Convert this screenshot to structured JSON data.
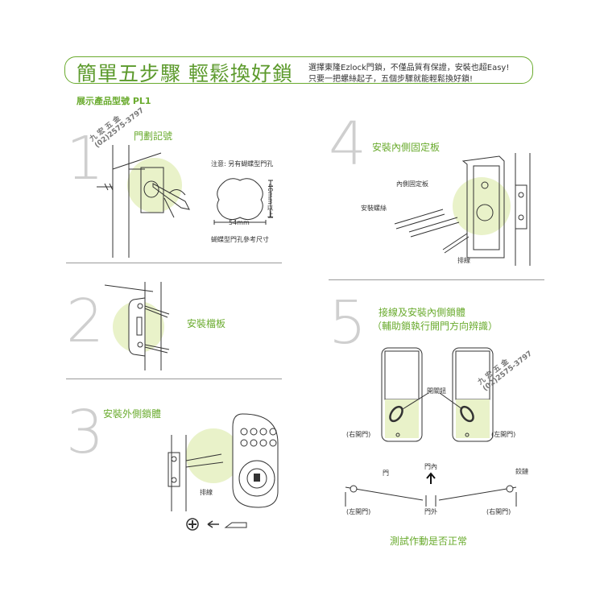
{
  "header": {
    "title": "簡單五步驟 輕鬆換好鎖",
    "tagline_line1": "選擇東隆Ezlock門鎖，不僅品質有保證，安裝也超Easy!",
    "tagline_line2": "只要一把螺絲起子，五個步驟就能輕鬆換好鎖!"
  },
  "model_label": "展示產品型號  PL1",
  "watermark": {
    "store": "九 宏 五 金",
    "phone": "(02)2575-3797"
  },
  "steps": [
    {
      "number": "1",
      "caption": "門劃記號",
      "note": "注意: 另有蝴蝶型門孔",
      "dim_width": "54mm",
      "dim_height": "40mm以上",
      "note_bottom": "蝴蝶型門孔參考尺寸"
    },
    {
      "number": "2",
      "caption": "安裝檔板"
    },
    {
      "number": "3",
      "caption": "安裝外側鎖體",
      "label_cable": "排線"
    },
    {
      "number": "4",
      "caption": "安裝內側固定板",
      "label_plate": "內側固定板",
      "label_screw": "安裝螺絲",
      "label_cable": "排線"
    },
    {
      "number": "5",
      "caption_line1": "接線及安裝內側鎖體",
      "caption_line2": "（輔助鎖執行開門方向辨識）",
      "label_knob": "開關鈕",
      "label_right": "(右開門)",
      "label_left": "(左開門)"
    }
  ],
  "door_diagram": {
    "door": "門",
    "inside": "門內",
    "outside": "門外",
    "hinge": "鉸鏈",
    "left": "(左開門)",
    "right": "(右開門)"
  },
  "footer_caption": "測試作動是否正常",
  "colors": {
    "accent": "#6aab2e",
    "glow": "#e9f2c9",
    "step_number": "#cfcfcf"
  },
  "icons": {
    "screwdriver": "phillips-screw-icon",
    "arrow": "arrow-left-icon"
  }
}
